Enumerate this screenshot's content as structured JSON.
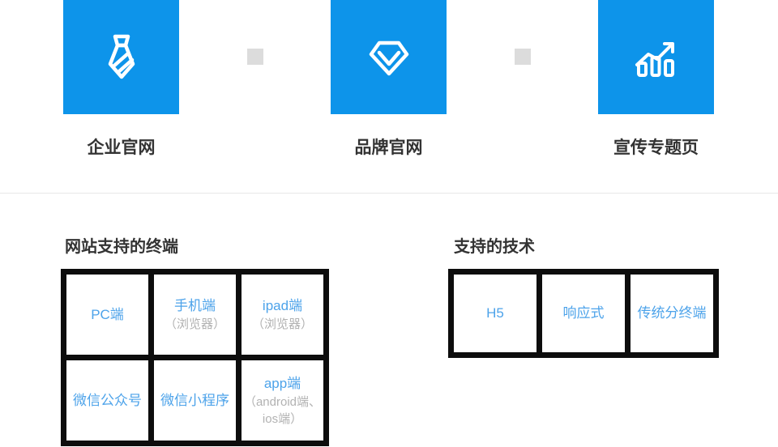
{
  "theme": {
    "accent_blue": "#0d94ea",
    "cell_text_blue": "#4da3ea",
    "muted_gray_text": "#b2b2b2",
    "dark_text": "#333333",
    "divider_gray": "#e8e8e8",
    "mini_square_gray": "#dcdcdc",
    "table_border_black": "#0d0d0d",
    "icon_color": "#ffffff"
  },
  "feature_tiles": {
    "items": [
      {
        "label": "企业官网",
        "icon": "tie-icon"
      },
      {
        "label": "品牌官网",
        "icon": "diamond-icon"
      },
      {
        "label": "宣传专题页",
        "icon": "growth-chart-icon"
      }
    ]
  },
  "terminals_section": {
    "heading": "网站支持的终端",
    "cells": [
      {
        "title": "PC端",
        "subtitle": ""
      },
      {
        "title": "手机端",
        "subtitle": "（浏览器）"
      },
      {
        "title": "ipad端",
        "subtitle": "（浏览器）"
      },
      {
        "title": "微信公众号",
        "subtitle": ""
      },
      {
        "title": "微信小程序",
        "subtitle": ""
      },
      {
        "title": "app端",
        "subtitle": "（android端、ios端）"
      }
    ]
  },
  "tech_section": {
    "heading": "支持的技术",
    "cells": [
      {
        "title": "H5"
      },
      {
        "title": "响应式"
      },
      {
        "title": "传统分终端"
      }
    ]
  }
}
